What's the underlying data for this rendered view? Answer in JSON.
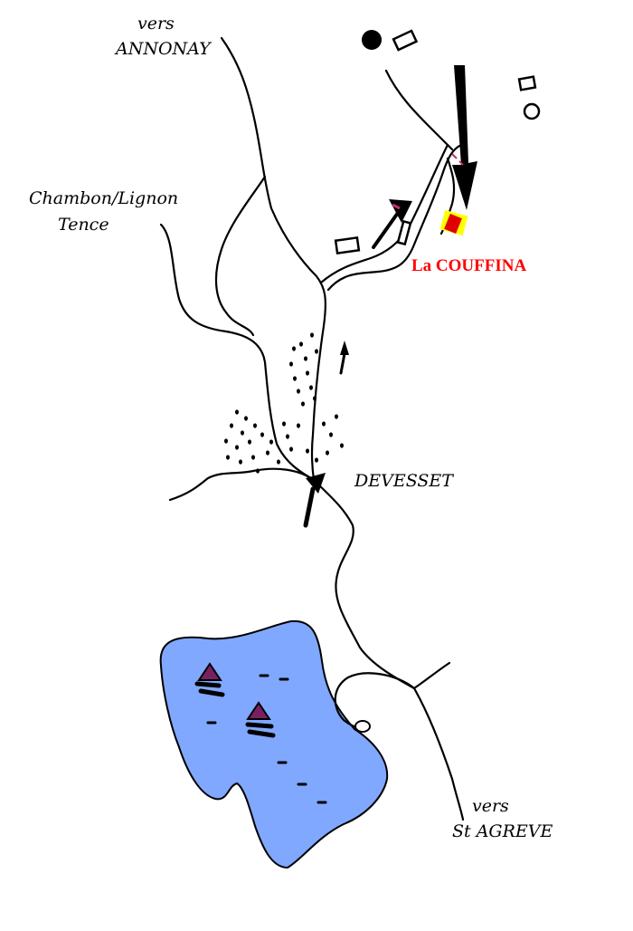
{
  "labels": {
    "annonay_vers": "vers",
    "annonay": "ANNONAY",
    "chambon": "Chambon/Lignon",
    "tence": "Tence",
    "couffina": "La COUFFINA",
    "devesset": "DEVESSET",
    "agreve_vers": "vers",
    "agreve": "St AGREVE"
  },
  "colors": {
    "lake": "#80a8ff",
    "highlight_label": "#ff0000",
    "marker_fill": "#e00000",
    "marker_outline": "#ffff00",
    "boat": "#7a2060"
  },
  "icons": {
    "direction_arrow": "arrow-icon",
    "boat": "sailboat-icon",
    "building": "building-icon"
  }
}
